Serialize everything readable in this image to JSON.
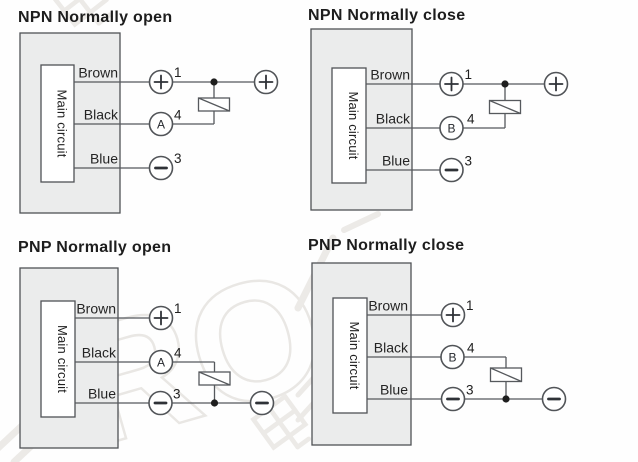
{
  "page": {
    "background": "#fefefe"
  },
  "colors": {
    "line": "#56595d",
    "sensor_box_fill": "#ebecec",
    "box_stroke": "#4f5256",
    "title_text": "#1d1d1d",
    "label_text": "#242424",
    "junction_dot": "#1e1e1e",
    "watermark": "#e9e7e4"
  },
  "diagrams": [
    {
      "id": "npn-normally-open",
      "title": "NPN Normally open",
      "main_box_label": "Main circuit",
      "wires": [
        {
          "label": "Brown",
          "terminal": "+",
          "pin": "1"
        },
        {
          "label": "Black",
          "terminal": "A",
          "pin": "4"
        },
        {
          "label": "Blue",
          "terminal": "−",
          "pin": "3"
        }
      ],
      "load": "relay",
      "supply_terminal": "+"
    },
    {
      "id": "npn-normally-close",
      "title": "NPN Normally close",
      "main_box_label": "Main circuit",
      "wires": [
        {
          "label": "Brown",
          "terminal": "+",
          "pin": "1"
        },
        {
          "label": "Black",
          "terminal": "B",
          "pin": "4"
        },
        {
          "label": "Blue",
          "terminal": "−",
          "pin": "3"
        }
      ],
      "load": "relay",
      "supply_terminal": "+"
    },
    {
      "id": "pnp-normally-open",
      "title": "PNP Normally open",
      "main_box_label": "Main circuit",
      "wires": [
        {
          "label": "Brown",
          "terminal": "+",
          "pin": "1"
        },
        {
          "label": "Black",
          "terminal": "A",
          "pin": "4"
        },
        {
          "label": "Blue",
          "terminal": "−",
          "pin": "3"
        }
      ],
      "load": "relay",
      "supply_terminal": "−"
    },
    {
      "id": "pnp-normally-close",
      "title": "PNP Normally close",
      "main_box_label": "Main circuit",
      "wires": [
        {
          "label": "Brown",
          "terminal": "+",
          "pin": "1"
        },
        {
          "label": "Black",
          "terminal": "B",
          "pin": "4"
        },
        {
          "label": "Blue",
          "terminal": "−",
          "pin": "3"
        }
      ],
      "load": "relay",
      "supply_terminal": "−"
    }
  ],
  "watermark": {
    "letters": "RO",
    "cjk_character": "电"
  }
}
